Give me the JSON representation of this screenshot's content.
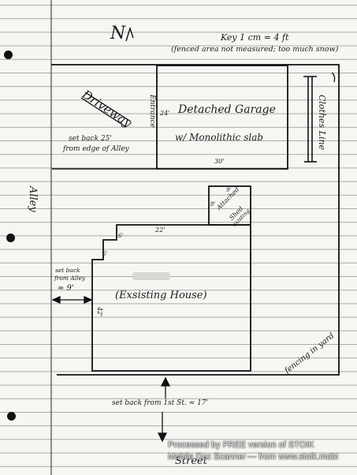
{
  "north_label": "N",
  "key": {
    "scale": "Key 1 cm = 4 ft",
    "note": "(fenced area not measured; too much snow)"
  },
  "alley_label": "Alley",
  "street_label": "Street",
  "driveway_label": "Driveway",
  "entrance_label": "Entrance",
  "garage": {
    "title": "Detached Garage",
    "subtitle": "w/ Monolithic slab",
    "depth": "24'",
    "width": "30'"
  },
  "clothes_line_label": "Clothes Line",
  "setback_alley_garage": [
    "set back 25'",
    "from edge of Alley"
  ],
  "shed": {
    "label": [
      "Attached",
      "Shed",
      "existing"
    ],
    "width": "9'",
    "depth": "8'"
  },
  "house": {
    "label": "(Exsisting House)",
    "top_width": "22'",
    "jog_a": "6'",
    "jog_b": "6'",
    "side_length": "42'"
  },
  "setback_alley_house": [
    "set back",
    "from Alley",
    "≈ 9'"
  ],
  "fence_label": "fencing in yard",
  "setback_street": "set back from 1st St. ≈ 17'",
  "watermark": {
    "line1": "Processed by FREE version of STOIK",
    "line2": "Mobile Doc Scanner",
    "line3": "— from www.stoik.mobi"
  }
}
